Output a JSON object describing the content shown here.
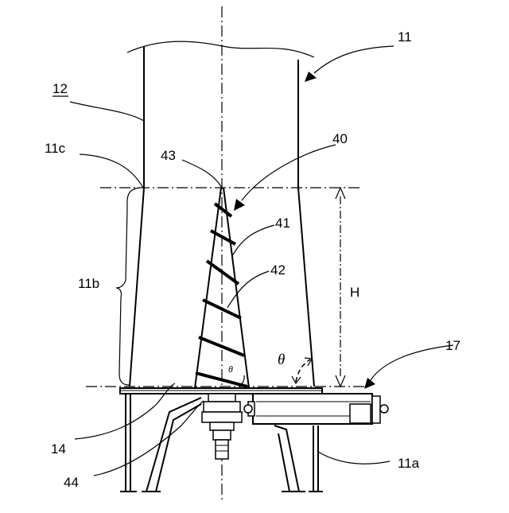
{
  "labels": {
    "ref_11": "11",
    "ref_12": "12",
    "ref_11c": "11c",
    "ref_43": "43",
    "ref_40": "40",
    "ref_41": "41",
    "ref_42": "42",
    "ref_11b": "11b",
    "ref_H": "H",
    "ref_theta": "θ",
    "ref_theta_small": "θ",
    "ref_17": "17",
    "ref_14": "14",
    "ref_44": "44",
    "ref_11a": "11a"
  }
}
